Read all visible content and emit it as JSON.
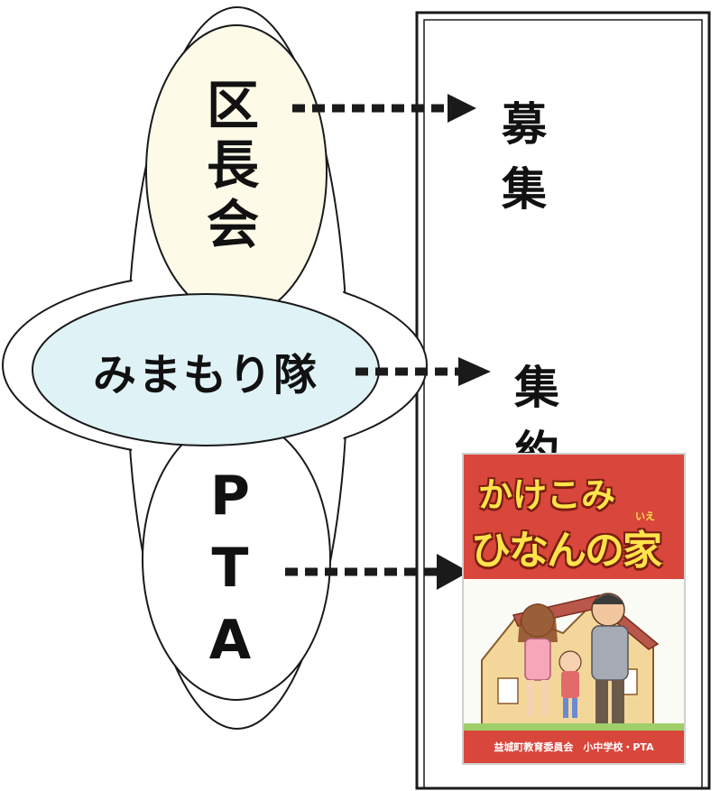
{
  "nodes": {
    "kucho": "区長会",
    "mimori": "みまもり隊",
    "pta": "PTA"
  },
  "targets": {
    "boshu": "募 集",
    "shuyaku": "集 約"
  },
  "poster": {
    "title_line1": "かけこみ",
    "title_line2": "ひなんの家",
    "ruby": "いえ",
    "footer": "益城町教育委員会　小中学校・PTA"
  },
  "colors": {
    "upper_ellipse": "#fdfbe8",
    "center_ellipse": "#dff3f7",
    "poster_red": "#d9463c",
    "poster_title": "#ffe34a",
    "arrow": "#1a1a1a"
  }
}
